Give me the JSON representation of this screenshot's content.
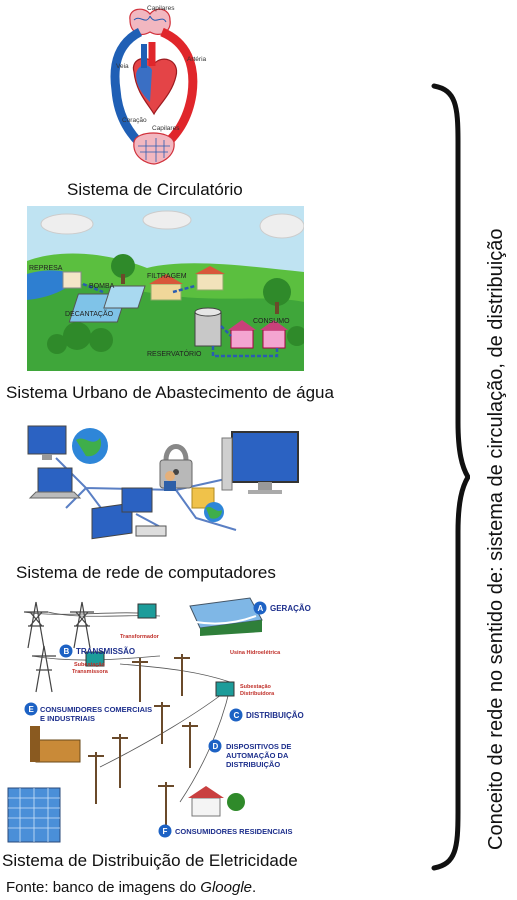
{
  "captions": {
    "circulatory": "Sistema de Circulatório",
    "water": "Sistema Urbano de Abastecimento de água",
    "network": "Sistema de rede de computadores",
    "electric": "Sistema de Distribuição de Eletricidade"
  },
  "source": {
    "prefix": "Fonte: banco de imagens do ",
    "name": "Gloogle",
    "suffix": "."
  },
  "side_text": "Conceito de rede no sentido de: sistema de circulação, de distribuição",
  "heart_labels": {
    "capillaries_top": "Capilares",
    "vein": "Veia",
    "artery": "Artéria",
    "heart": "Coração",
    "capillaries_bottom": "Capilares"
  },
  "water_labels": {
    "dam": "REPRESA",
    "pump": "BOMBA",
    "filtration": "FILTRAGEM",
    "decantation": "DECANTAÇÃO",
    "consumption": "CONSUMO",
    "reservoir": "RESERVATÓRIO"
  },
  "electric_labels": {
    "a_letter": "A",
    "a_text": "GERAÇÃO",
    "transformer": "Transformador",
    "hydro": "Usina Hidroelétrica",
    "b_letter": "B",
    "b_text": "TRANSMISSÃO",
    "sub_trans_1": "Subestação",
    "sub_trans_2": "Transmissora",
    "sub_dist_1": "Subestação",
    "sub_dist_2": "Distribuidora",
    "e_letter": "E",
    "e_text_1": "CONSUMIDORES COMERCIAIS",
    "e_text_2": "E INDUSTRIAIS",
    "c_letter": "C",
    "c_text": "DISTRIBUIÇÃO",
    "d_letter": "D",
    "d_text_1": "DISPOSITIVOS DE",
    "d_text_2": "AUTOMAÇÃO DA",
    "d_text_3": "DISTRIBUIÇÃO",
    "f_letter": "F",
    "f_text": "CONSUMIDORES RESIDENCIAIS"
  },
  "colors": {
    "artery": "#e0262b",
    "vein": "#1f5fb5",
    "label_blue": "#1d2f8c",
    "sky": "#bfe3f2",
    "grass": "#3fa63a"
  }
}
